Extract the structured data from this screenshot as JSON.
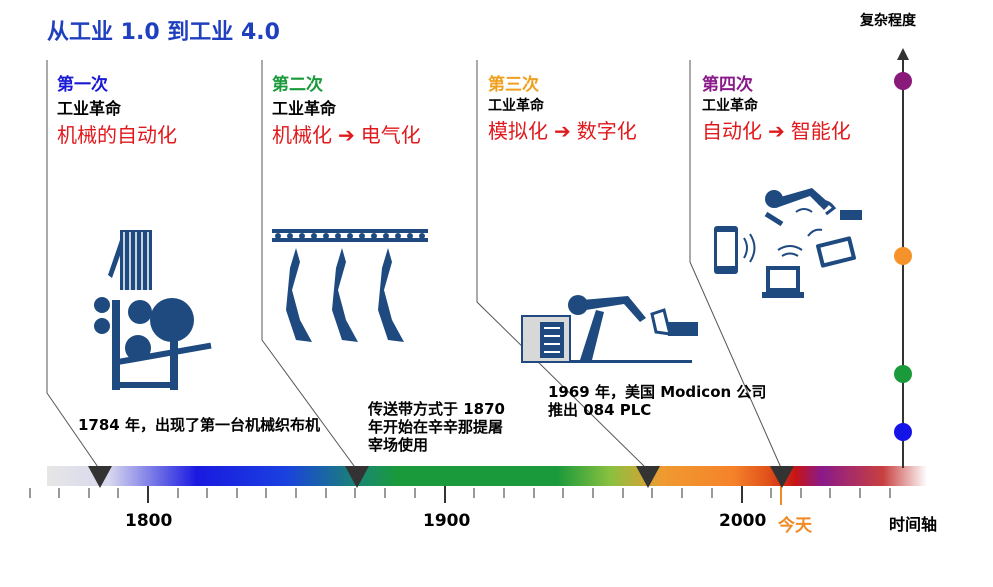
{
  "title": "从工业 1.0 到工业 4.0",
  "complexity_label": "复杂程度",
  "timeline_label": "时间轴",
  "revolutions": [
    {
      "num": "第一次",
      "sub": "工业革命",
      "desc": "机械的自动化",
      "color": "#1a1ad6"
    },
    {
      "num": "第二次",
      "sub": "工业革命",
      "desc_a": "机械化",
      "desc_b": "电气化",
      "color": "#1a9a3a"
    },
    {
      "num": "第三次",
      "sub": "工业革命",
      "desc_a": "模拟化",
      "desc_b": "数字化",
      "color": "#f0a020"
    },
    {
      "num": "第四次",
      "sub": "工业革命",
      "desc_a": "自动化",
      "desc_b": "智能化",
      "color": "#8a1a8a"
    }
  ],
  "arrow_symbol": "➔",
  "events": [
    {
      "text": "1784 年，出现了第一台机械织布机"
    },
    {
      "line1": "传送带方式于 1870",
      "line2": "年开始在辛辛那提屠",
      "line3": "宰场使用"
    },
    {
      "line1": "1969 年，美国 Modicon 公司",
      "line2": "推出 084 PLC"
    }
  ],
  "axis": {
    "years": [
      "1800",
      "1900",
      "2000"
    ],
    "today": "今天"
  },
  "complexity_levels": [
    {
      "color": "#1414e6"
    },
    {
      "color": "#1a9a3a"
    },
    {
      "color": "#f5922a"
    },
    {
      "color": "#8a1a7a"
    }
  ]
}
